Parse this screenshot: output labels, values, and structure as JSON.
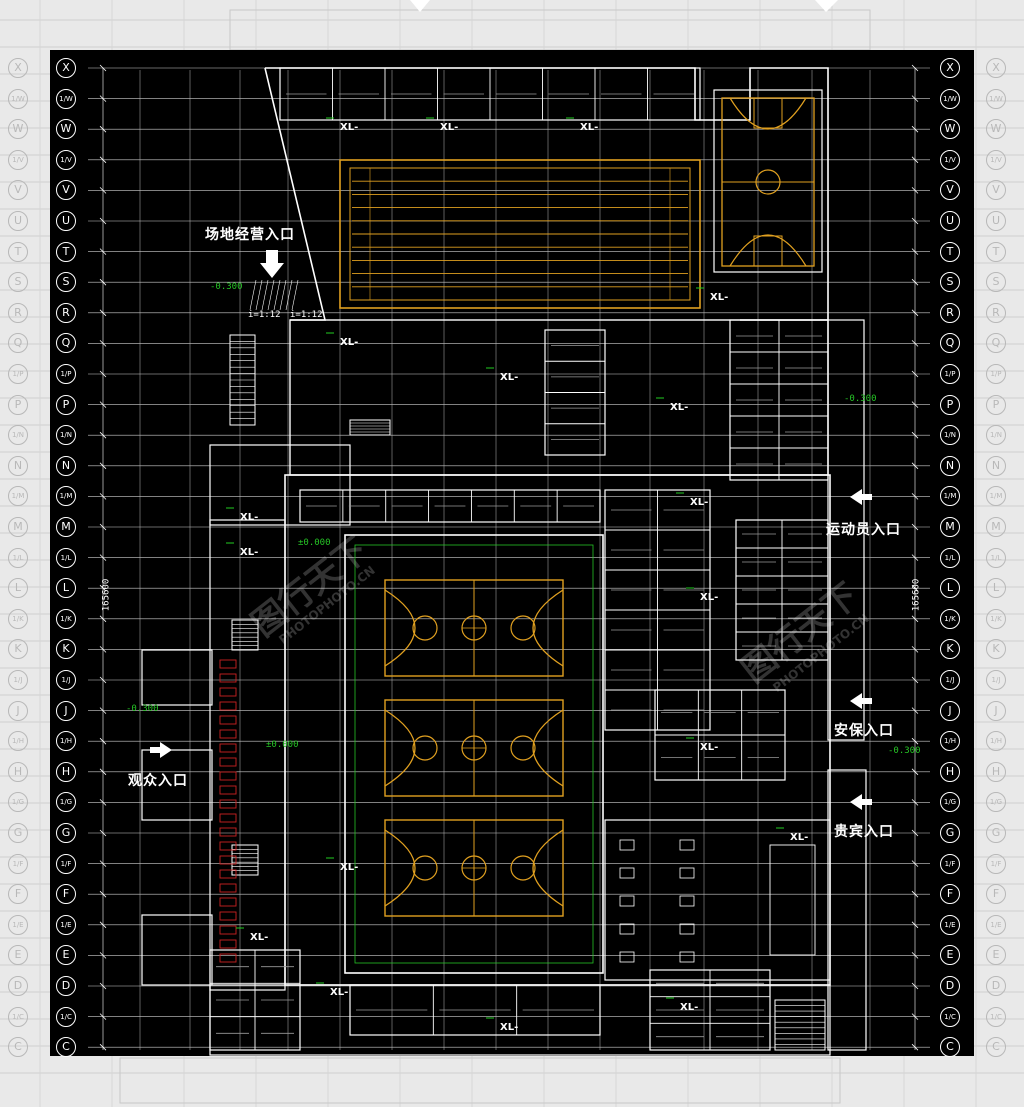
{
  "drawing": {
    "colors": {
      "background": "#000000",
      "grid": "#ffffff",
      "walls": "#ffffff",
      "court": "#e0a020",
      "pool": "#e0a020",
      "level_text": "#26c426",
      "accent_red": "#cc2222",
      "accent_green": "#22cc22",
      "frame": "#e9e9e9"
    },
    "grid_axes_rows": [
      "X",
      "W",
      "V",
      "U",
      "T",
      "S",
      "R",
      "Q",
      "P",
      "N",
      "M",
      "L",
      "K",
      "J",
      "H",
      "G",
      "F",
      "E",
      "D",
      "C"
    ],
    "grid_axes_rows_full": [
      "X",
      "1/W",
      "W",
      "1/V",
      "V",
      "U",
      "T",
      "S",
      "R",
      "Q",
      "1/P",
      "P",
      "1/N",
      "N",
      "1/M",
      "M",
      "1/L",
      "L",
      "1/K",
      "K",
      "1/J",
      "J",
      "1/H",
      "H",
      "1/G",
      "G",
      "1/F",
      "F",
      "1/E",
      "E",
      "D",
      "1/C",
      "C"
    ],
    "entrances": {
      "venue_business": "场地经营入口",
      "audience": "观众入口",
      "athletes": "运动员入口",
      "security": "安保入口",
      "vip": "贵宾入口"
    },
    "levels": {
      "left_upper": "-0.300",
      "left_lower": "-0.300",
      "right_upper": "-0.300",
      "right_lower": "-0.300",
      "floor_1": "±0.000",
      "floor_2": "±0.000"
    },
    "ramp_slopes": [
      "i=1:12",
      "i=1:12"
    ],
    "dimension_total": "165600",
    "section_marks": [
      "XL-",
      "XL-",
      "XL-",
      "XL-",
      "XL-",
      "XL-",
      "XL-",
      "XL-",
      "XL-",
      "XL-",
      "XL-",
      "XL-",
      "XL-",
      "XL-",
      "XL-",
      "XL-",
      "XL-",
      "XL-"
    ],
    "icons": [
      "entry-arrow-icon",
      "north-marker-icon"
    ],
    "watermark": {
      "brand": "图行天下",
      "site": "PHOTOPHOTO.CN"
    }
  }
}
